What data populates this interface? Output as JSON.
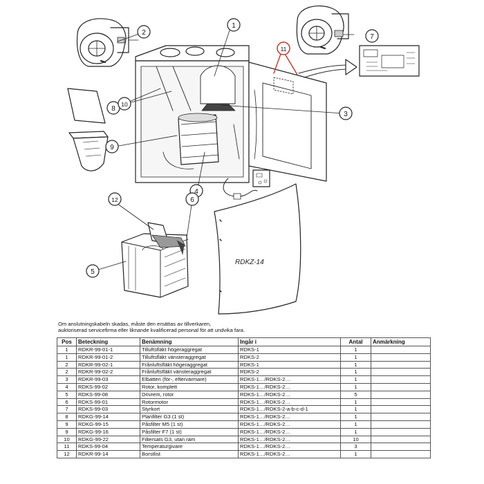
{
  "diagram": {
    "callouts": [
      "1",
      "2",
      "3",
      "4",
      "5",
      "6",
      "7",
      "8",
      "9",
      "10",
      "11",
      "12"
    ],
    "cover_label": "RDKZ-14"
  },
  "note": {
    "line1": "Om anslutningskabeln skadas, måste den ersättas av tillverkaren,",
    "line2": "auktoriserad servicefirma eller liknande kvalificerad personal för att undvika fara."
  },
  "table": {
    "headers": [
      "Pos",
      "Beteckning",
      "Benämning",
      "Ingår i",
      "Antal",
      "Anmärkning"
    ],
    "rows": [
      [
        "1",
        "RDKR-99-01-1",
        "Tilluftsfläkt högeraggregat",
        "RDKS-1",
        "1",
        ""
      ],
      [
        "1",
        "RDKR-99-01-2",
        "Tilluftsfläkt vänsteraggregat",
        "RDKS-2",
        "1",
        ""
      ],
      [
        "2",
        "RDKR-99-02-1",
        "Frånluftsfläkt högeraggregat",
        "RDKS-1",
        "1",
        ""
      ],
      [
        "2",
        "RDKR-99-02-2",
        "Frånluftsfläkt vänsteraggregat",
        "RDKS-2",
        "1",
        ""
      ],
      [
        "3",
        "RDKR-99-03",
        "Elbatteri (för-, eftervärmare)",
        "RDKS-1…/RDKS-2…",
        "1",
        ""
      ],
      [
        "4",
        "RDKS-99-02",
        "Rotor, komplett",
        "RDKS-1…/RDKS-2…",
        "1",
        ""
      ],
      [
        "5",
        "RDKS-99-08",
        "Drivrem, rotor",
        "RDKS-1…/RDKS-2…",
        "5",
        ""
      ],
      [
        "6",
        "RDKS-99-01",
        "Rotormotor",
        "RDKS-1…/RDKS-2…",
        "1",
        ""
      ],
      [
        "7",
        "RDKS-99-03",
        "Styrkort",
        "RDKS-1…/RDKS-2-a-b-c-d-1",
        "1",
        ""
      ],
      [
        "8",
        "RDKG-99-14",
        "Planfilter G3 (1 st)",
        "RDKS-1…/RDKS-2…",
        "1",
        ""
      ],
      [
        "9",
        "RDKG-99-15",
        "Påsfilter M5 (1 st)",
        "RDKS-1…/RDKS-2…",
        "1",
        ""
      ],
      [
        "9",
        "RDKG-99-16",
        "Påsfilter F7 (1 st)",
        "RDKS-1…/RDKS-2…",
        "1",
        ""
      ],
      [
        "10",
        "RDKG-99-22",
        "Filtersats G3, utan ram",
        "RDKS-1…/RDKS-2…",
        "10",
        ""
      ],
      [
        "11",
        "RDKS-99-04",
        "Temperaturgivare",
        "RDKS-1…/RDKS-2…",
        "3",
        ""
      ],
      [
        "12",
        "RDKR-99-14",
        "Borstlist",
        "RDKS-1…/RDKS-2…",
        "1",
        ""
      ]
    ]
  }
}
